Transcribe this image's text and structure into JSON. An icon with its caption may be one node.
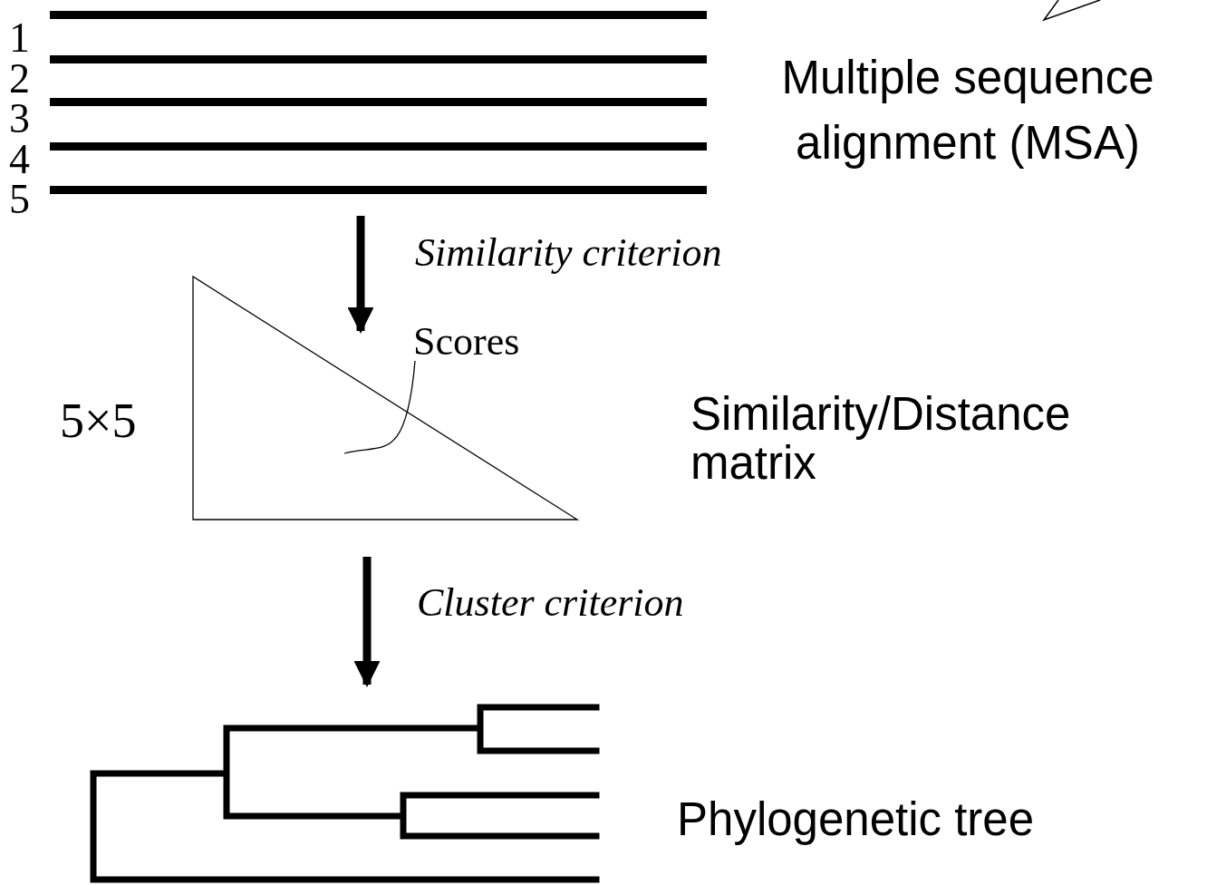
{
  "diagram": {
    "nodes": [
      {
        "text": [],
        "shape": "picture",
        "beside": [
          "1",
          "2",
          "3",
          "4",
          "5",
          "Multiple sequence alignment (MSA)"
        ]
      },
      {
        "text": [],
        "shape": "picture",
        "beside": [
          "5×5",
          "Similarity/Distance matrix"
        ]
      },
      {
        "text": [
          "Scores"
        ]
      },
      {
        "text": [],
        "shape": "picture",
        "beside": [
          "Phylogenetic tree"
        ]
      }
    ],
    "edges": [
      {
        "from": 0,
        "to": 1,
        "arrow": "to",
        "label": "Similarity criterion"
      },
      {
        "from": 2,
        "to": 1,
        "arrow": "none"
      },
      {
        "from": 1,
        "to": 3,
        "arrow": "to",
        "label": "Cluster criterion"
      }
    ]
  }
}
